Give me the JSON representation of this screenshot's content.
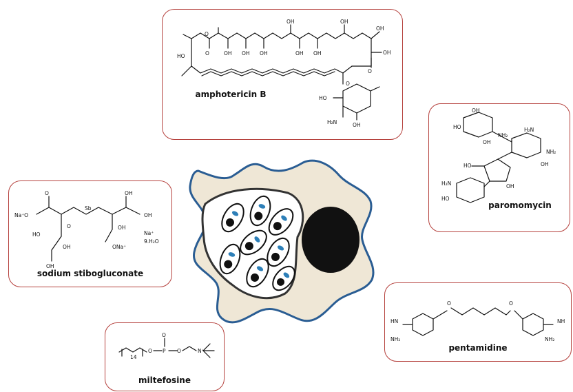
{
  "drugs": {
    "amphotericin_b": {
      "name": "amphotericin B"
    },
    "paromomycin": {
      "name": "paromomycin"
    },
    "sodium_stibogluconate": {
      "name": "sodium stibogluconate",
      "extra_line1": "Na⁺",
      "extra_line2": "9.H₂O"
    },
    "pentamidine": {
      "name": "pentamidine"
    },
    "miltefosine": {
      "name": "miltefosine",
      "chain_count": "14"
    }
  },
  "atoms": {
    "oh": "OH",
    "ho": "HO",
    "o": "O",
    "nh2": "NH₂",
    "h2n": "H₂N",
    "nh": "NH",
    "hn": "HN",
    "sb": "Sb",
    "p": "P",
    "n": "N⁺",
    "na_o": "Na⁺O",
    "ona": "ONa⁺"
  },
  "colors": {
    "card_border": "#b5413d",
    "macrophage_fill": "#efe7d6",
    "macrophage_outline": "#2a5d93",
    "nucleus": "#111111",
    "parasite_kinetoplast": "#2d7fb8"
  }
}
